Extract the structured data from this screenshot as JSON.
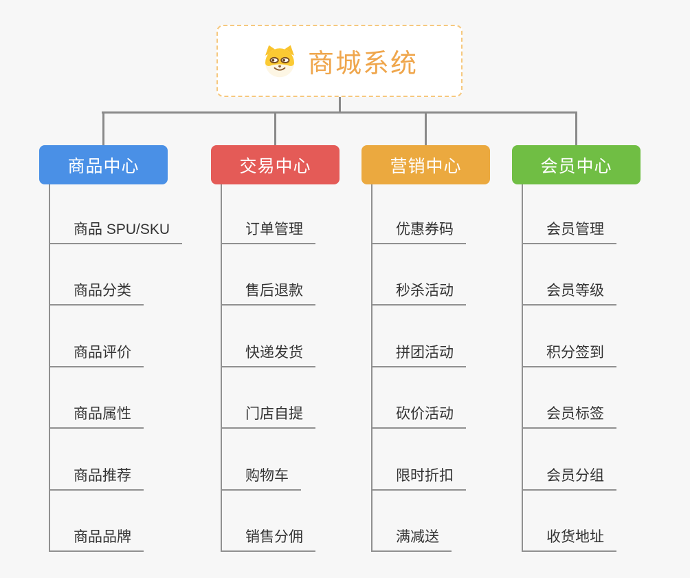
{
  "root": {
    "title": "商城系统",
    "icon": "dog-face-icon",
    "text_color": "#efa64c",
    "border_color": "#f6c87e",
    "background": "#ffffff"
  },
  "branches": [
    {
      "label": "商品中心",
      "color": "#4a90e6",
      "items": [
        "商品 SPU/SKU",
        "商品分类",
        "商品评价",
        "商品属性",
        "商品推荐",
        "商品品牌"
      ]
    },
    {
      "label": "交易中心",
      "color": "#e45b57",
      "items": [
        "订单管理",
        "售后退款",
        "快递发货",
        "门店自提",
        "购物车",
        "销售分佣"
      ]
    },
    {
      "label": "营销中心",
      "color": "#eba93f",
      "items": [
        "优惠券码",
        "秒杀活动",
        "拼团活动",
        "砍价活动",
        "限时折扣",
        "满减送"
      ]
    },
    {
      "label": "会员中心",
      "color": "#70be44",
      "items": [
        "会员管理",
        "会员等级",
        "积分签到",
        "会员标签",
        "会员分组",
        "收货地址"
      ]
    }
  ],
  "connector_color": "#8a8a8a",
  "item_line_color": "#909090",
  "item_text_color": "#333333",
  "canvas_background": "#f7f7f7"
}
